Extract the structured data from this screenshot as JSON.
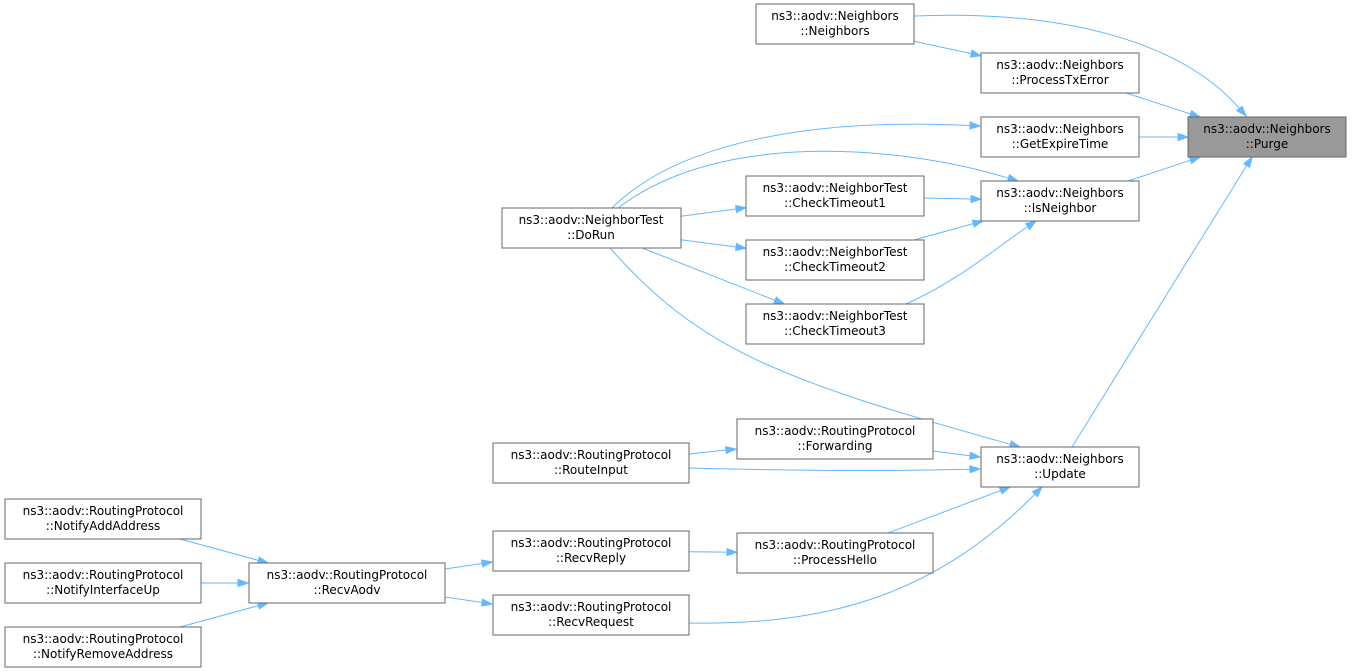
{
  "colors": {
    "edge": "#63b8ff",
    "node_border": "#666666",
    "node_fill": "#ffffff",
    "target_fill": "#999999"
  },
  "nodes": {
    "purge": {
      "line1": "ns3::aodv::Neighbors",
      "line2": "::Purge"
    },
    "neighbors_ctor": {
      "line1": "ns3::aodv::Neighbors",
      "line2": "::Neighbors"
    },
    "process_tx_error": {
      "line1": "ns3::aodv::Neighbors",
      "line2": "::ProcessTxError"
    },
    "get_expire_time": {
      "line1": "ns3::aodv::Neighbors",
      "line2": "::GetExpireTime"
    },
    "is_neighbor": {
      "line1": "ns3::aodv::Neighbors",
      "line2": "::IsNeighbor"
    },
    "update": {
      "line1": "ns3::aodv::Neighbors",
      "line2": "::Update"
    },
    "do_run": {
      "line1": "ns3::aodv::NeighborTest",
      "line2": "::DoRun"
    },
    "check_timeout1": {
      "line1": "ns3::aodv::NeighborTest",
      "line2": "::CheckTimeout1"
    },
    "check_timeout2": {
      "line1": "ns3::aodv::NeighborTest",
      "line2": "::CheckTimeout2"
    },
    "check_timeout3": {
      "line1": "ns3::aodv::NeighborTest",
      "line2": "::CheckTimeout3"
    },
    "forwarding": {
      "line1": "ns3::aodv::RoutingProtocol",
      "line2": "::Forwarding"
    },
    "route_input": {
      "line1": "ns3::aodv::RoutingProtocol",
      "line2": "::RouteInput"
    },
    "process_hello": {
      "line1": "ns3::aodv::RoutingProtocol",
      "line2": "::ProcessHello"
    },
    "recv_reply": {
      "line1": "ns3::aodv::RoutingProtocol",
      "line2": "::RecvReply"
    },
    "recv_request": {
      "line1": "ns3::aodv::RoutingProtocol",
      "line2": "::RecvRequest"
    },
    "recv_aodv": {
      "line1": "ns3::aodv::RoutingProtocol",
      "line2": "::RecvAodv"
    },
    "notify_add_address": {
      "line1": "ns3::aodv::RoutingProtocol",
      "line2": "::NotifyAddAddress"
    },
    "notify_interface_up": {
      "line1": "ns3::aodv::RoutingProtocol",
      "line2": "::NotifyInterfaceUp"
    },
    "notify_remove_address": {
      "line1": "ns3::aodv::RoutingProtocol",
      "line2": "::NotifyRemoveAddress"
    }
  },
  "edges": [
    {
      "from": "neighbors_ctor",
      "to": "purge"
    },
    {
      "from": "neighbors_ctor",
      "to": "process_tx_error"
    },
    {
      "from": "process_tx_error",
      "to": "purge"
    },
    {
      "from": "get_expire_time",
      "to": "purge"
    },
    {
      "from": "is_neighbor",
      "to": "purge"
    },
    {
      "from": "update",
      "to": "purge"
    },
    {
      "from": "do_run",
      "to": "get_expire_time"
    },
    {
      "from": "do_run",
      "to": "is_neighbor"
    },
    {
      "from": "do_run",
      "to": "check_timeout1"
    },
    {
      "from": "do_run",
      "to": "check_timeout2"
    },
    {
      "from": "do_run",
      "to": "check_timeout3"
    },
    {
      "from": "do_run",
      "to": "update"
    },
    {
      "from": "check_timeout1",
      "to": "is_neighbor"
    },
    {
      "from": "check_timeout2",
      "to": "is_neighbor"
    },
    {
      "from": "check_timeout3",
      "to": "is_neighbor"
    },
    {
      "from": "forwarding",
      "to": "update"
    },
    {
      "from": "route_input",
      "to": "forwarding"
    },
    {
      "from": "route_input",
      "to": "update"
    },
    {
      "from": "process_hello",
      "to": "update"
    },
    {
      "from": "recv_reply",
      "to": "process_hello"
    },
    {
      "from": "recv_request",
      "to": "update"
    },
    {
      "from": "recv_aodv",
      "to": "recv_reply"
    },
    {
      "from": "recv_aodv",
      "to": "recv_request"
    },
    {
      "from": "notify_add_address",
      "to": "recv_aodv"
    },
    {
      "from": "notify_interface_up",
      "to": "recv_aodv"
    },
    {
      "from": "notify_remove_address",
      "to": "recv_aodv"
    }
  ]
}
